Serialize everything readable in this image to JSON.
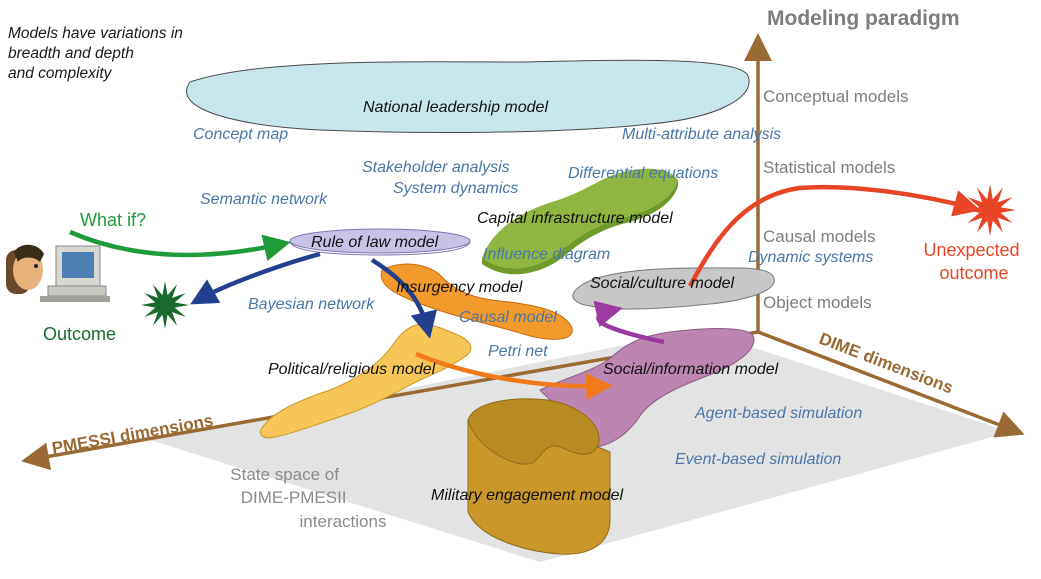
{
  "title": "Modeling paradigm",
  "note_lines": [
    "Models have variations in",
    "breadth and depth",
    "and complexity"
  ],
  "paradigm_levels": [
    "Conceptual models",
    "Statistical models",
    "Causal models",
    "Object models"
  ],
  "axes": {
    "dime": "DIME dimensions",
    "pmessi": "PMESSI dimensions"
  },
  "state_space_lines": [
    "State space of",
    "DIME-PMESII",
    "interactions"
  ],
  "models": {
    "national_leadership": "National leadership model",
    "capital_infrastructure": "Capital infrastructure model",
    "rule_of_law": "Rule of law model",
    "insurgency": "Insurgency model",
    "social_culture": "Social/culture model",
    "political_religious": "Political/religious model",
    "social_information": "Social/information model",
    "military_engagement": "Military engagement model"
  },
  "techniques": {
    "concept_map": "Concept map",
    "multi_attribute": "Multi-attribute analysis",
    "stakeholder": "Stakeholder analysis",
    "system_dynamics": "System dynamics",
    "differential": "Differential equations",
    "semantic_network": "Semantic network",
    "influence_diagram": "Influence diagram",
    "dynamic_systems": "Dynamic systems",
    "bayesian_network": "Bayesian network",
    "causal_model": "Causal model",
    "petri_net": "Petri net",
    "agent_based": "Agent-based simulation",
    "event_based": "Event-based simulation"
  },
  "annotations": {
    "what_if": "What if?",
    "outcome": "Outcome",
    "unexpected_lines": [
      "Unexpected",
      "outcome"
    ]
  },
  "colors": {
    "axis": "#9a6a35",
    "technique": "#4a76a8",
    "paradigm": "#7d7d7d",
    "green": "#1f9a3a",
    "dark_green": "#1a6a2f",
    "red": "#e84526",
    "blue_arrow": "#23408f",
    "purple_arrow": "#9b3aa0",
    "orange_arrow": "#f07a1a"
  }
}
